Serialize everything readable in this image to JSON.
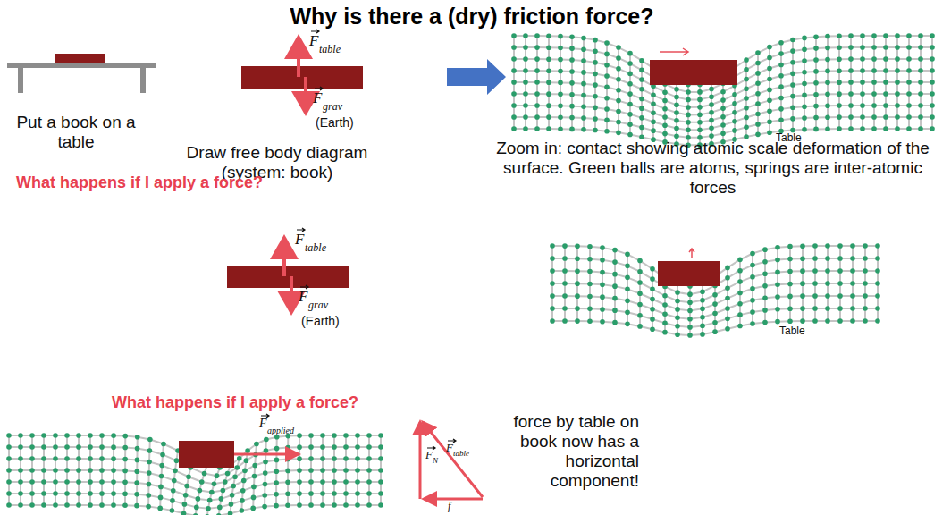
{
  "diagram": {
    "title": "Why is there a (dry) friction force?",
    "labels": [
      "Put a book on a table",
      "F",
      "table",
      "F",
      "grav",
      "(Earth)",
      "Draw free body diagram (system: book)",
      "What happens if I apply a force?",
      "Table",
      "Zoom in: contact showing atomic scale deformation of the surface. Green balls are atoms, springs are inter-atomic forces",
      "F",
      "table",
      "F",
      "grav",
      "(Earth)",
      "Table",
      "What happens if I apply a force?",
      "F",
      "applied",
      "F",
      "N",
      "F",
      "table",
      "f",
      "force by table on book now has a horizontal component!"
    ]
  }
}
